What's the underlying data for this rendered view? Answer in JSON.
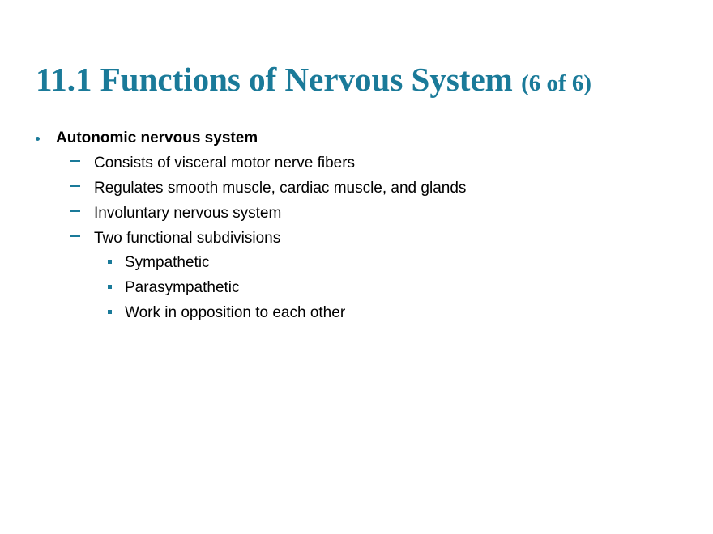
{
  "slide": {
    "title_main": "11.1  Functions of Nervous System",
    "title_sub": "(6 of 6)",
    "accent_color": "#1a7a99",
    "bullets": [
      {
        "level": 1,
        "text": "Autonomic nervous system"
      },
      {
        "level": 2,
        "text": "Consists of visceral motor nerve fibers"
      },
      {
        "level": 2,
        "text": "Regulates smooth muscle, cardiac muscle, and glands"
      },
      {
        "level": 2,
        "text": "Involuntary nervous system"
      },
      {
        "level": 2,
        "text": "Two functional subdivisions"
      },
      {
        "level": 3,
        "text": "Sympathetic"
      },
      {
        "level": 3,
        "text": "Parasympathetic"
      },
      {
        "level": 3,
        "text": "Work in opposition to each other"
      }
    ]
  }
}
